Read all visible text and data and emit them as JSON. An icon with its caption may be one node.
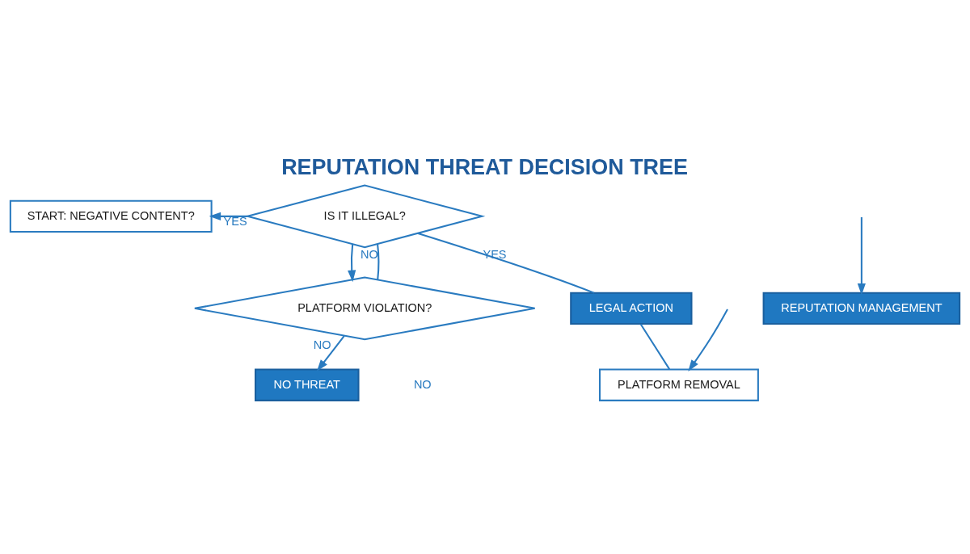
{
  "diagram": {
    "title": "REPUTATION THREAT DECISION TREE",
    "nodes": [
      {
        "text": [
          "START: NEGATIVE CONTENT?"
        ]
      },
      {
        "text": [
          "IS IT ILLEGAL?"
        ]
      },
      {
        "text": [
          "PLATFORM VIOLATION?"
        ]
      },
      {
        "text": [
          "LEGAL ACTION"
        ]
      },
      {
        "text": [
          "NO THREAT"
        ]
      },
      {
        "text": [
          "PLATFORM REMOVAL"
        ]
      },
      {
        "text": [
          "REPUTATION MANAGEMENT"
        ]
      }
    ],
    "edges": [
      {
        "from": 1,
        "to": 0,
        "arrow": "to",
        "label": "YES"
      },
      {
        "from": 1,
        "to": 2,
        "arrow": "to"
      },
      {
        "from": 1,
        "to": 3,
        "arrow": "none",
        "label": "YES"
      },
      {
        "from": 1,
        "to": 2,
        "arrow": "none",
        "label": "NO"
      },
      {
        "from": 2,
        "to": 4,
        "arrow": "to",
        "label": "NO"
      },
      {
        "from": 3,
        "to": 5,
        "arrow": "none"
      },
      {
        "from": null,
        "to": 5,
        "arrow": "to"
      },
      {
        "from": null,
        "to": 6,
        "arrow": "to"
      }
    ],
    "labels": [
      "NO"
    ]
  }
}
